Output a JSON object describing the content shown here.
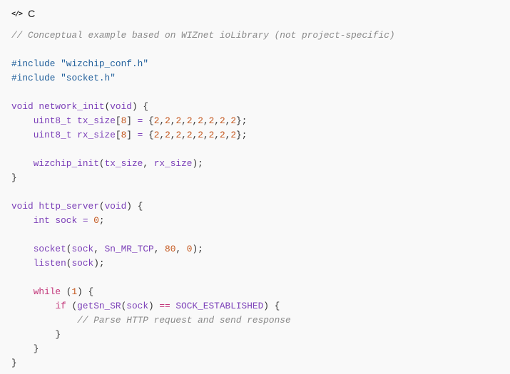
{
  "header": {
    "icon": "code-icon",
    "language": "C"
  },
  "colors": {
    "background": "#f9f9f9",
    "comment": "#8a8a8a",
    "preprocessor": "#1f5e9a",
    "identifier": "#7b3fb8",
    "number": "#c4561c",
    "keyword": "#c2367a"
  },
  "code_lines": [
    [
      [
        "c",
        "// Conceptual example based on WIZnet ioLibrary (not project-specific)"
      ]
    ],
    [],
    [
      [
        "p",
        "#include "
      ],
      [
        "s",
        "\"wizchip_conf.h\""
      ]
    ],
    [
      [
        "p",
        "#include "
      ],
      [
        "s",
        "\"socket.h\""
      ]
    ],
    [],
    [
      [
        "i",
        "void network_init"
      ],
      [
        "d",
        "("
      ],
      [
        "i",
        "void"
      ],
      [
        "d",
        ") {"
      ]
    ],
    [
      [
        "d",
        "    "
      ],
      [
        "i",
        "uint8_t tx_size"
      ],
      [
        "d",
        "["
      ],
      [
        "n",
        "8"
      ],
      [
        "d",
        "] "
      ],
      [
        "i",
        "="
      ],
      [
        "d",
        " {"
      ],
      [
        "n",
        "2"
      ],
      [
        "d",
        ","
      ],
      [
        "n",
        "2"
      ],
      [
        "d",
        ","
      ],
      [
        "n",
        "2"
      ],
      [
        "d",
        ","
      ],
      [
        "n",
        "2"
      ],
      [
        "d",
        ","
      ],
      [
        "n",
        "2"
      ],
      [
        "d",
        ","
      ],
      [
        "n",
        "2"
      ],
      [
        "d",
        ","
      ],
      [
        "n",
        "2"
      ],
      [
        "d",
        ","
      ],
      [
        "n",
        "2"
      ],
      [
        "d",
        "};"
      ]
    ],
    [
      [
        "d",
        "    "
      ],
      [
        "i",
        "uint8_t rx_size"
      ],
      [
        "d",
        "["
      ],
      [
        "n",
        "8"
      ],
      [
        "d",
        "] "
      ],
      [
        "i",
        "="
      ],
      [
        "d",
        " {"
      ],
      [
        "n",
        "2"
      ],
      [
        "d",
        ","
      ],
      [
        "n",
        "2"
      ],
      [
        "d",
        ","
      ],
      [
        "n",
        "2"
      ],
      [
        "d",
        ","
      ],
      [
        "n",
        "2"
      ],
      [
        "d",
        ","
      ],
      [
        "n",
        "2"
      ],
      [
        "d",
        ","
      ],
      [
        "n",
        "2"
      ],
      [
        "d",
        ","
      ],
      [
        "n",
        "2"
      ],
      [
        "d",
        ","
      ],
      [
        "n",
        "2"
      ],
      [
        "d",
        "};"
      ]
    ],
    [],
    [
      [
        "d",
        "    "
      ],
      [
        "i",
        "wizchip_init"
      ],
      [
        "d",
        "("
      ],
      [
        "i",
        "tx_size"
      ],
      [
        "d",
        ", "
      ],
      [
        "i",
        "rx_size"
      ],
      [
        "d",
        ");"
      ]
    ],
    [
      [
        "d",
        "}"
      ]
    ],
    [],
    [
      [
        "i",
        "void http_server"
      ],
      [
        "d",
        "("
      ],
      [
        "i",
        "void"
      ],
      [
        "d",
        ") {"
      ]
    ],
    [
      [
        "d",
        "    "
      ],
      [
        "i",
        "int sock = "
      ],
      [
        "n",
        "0"
      ],
      [
        "d",
        ";"
      ]
    ],
    [],
    [
      [
        "d",
        "    "
      ],
      [
        "i",
        "socket"
      ],
      [
        "d",
        "("
      ],
      [
        "i",
        "sock"
      ],
      [
        "d",
        ", "
      ],
      [
        "i",
        "Sn_MR_TCP"
      ],
      [
        "d",
        ", "
      ],
      [
        "n",
        "80"
      ],
      [
        "d",
        ", "
      ],
      [
        "n",
        "0"
      ],
      [
        "d",
        ");"
      ]
    ],
    [
      [
        "d",
        "    "
      ],
      [
        "i",
        "listen"
      ],
      [
        "d",
        "("
      ],
      [
        "i",
        "sock"
      ],
      [
        "d",
        ");"
      ]
    ],
    [],
    [
      [
        "d",
        "    "
      ],
      [
        "k",
        "while"
      ],
      [
        "d",
        " ("
      ],
      [
        "n",
        "1"
      ],
      [
        "d",
        ") {"
      ]
    ],
    [
      [
        "d",
        "        "
      ],
      [
        "k",
        "if"
      ],
      [
        "d",
        " ("
      ],
      [
        "i",
        "getSn_SR"
      ],
      [
        "d",
        "("
      ],
      [
        "i",
        "sock"
      ],
      [
        "d",
        ") "
      ],
      [
        "k",
        "=="
      ],
      [
        "d",
        " "
      ],
      [
        "i",
        "SOCK_ESTABLISHED"
      ],
      [
        "d",
        ") {"
      ]
    ],
    [
      [
        "d",
        "            "
      ],
      [
        "c",
        "// Parse HTTP request and send response"
      ]
    ],
    [
      [
        "d",
        "        }"
      ]
    ],
    [
      [
        "d",
        "    }"
      ]
    ],
    [
      [
        "d",
        "}"
      ]
    ]
  ]
}
